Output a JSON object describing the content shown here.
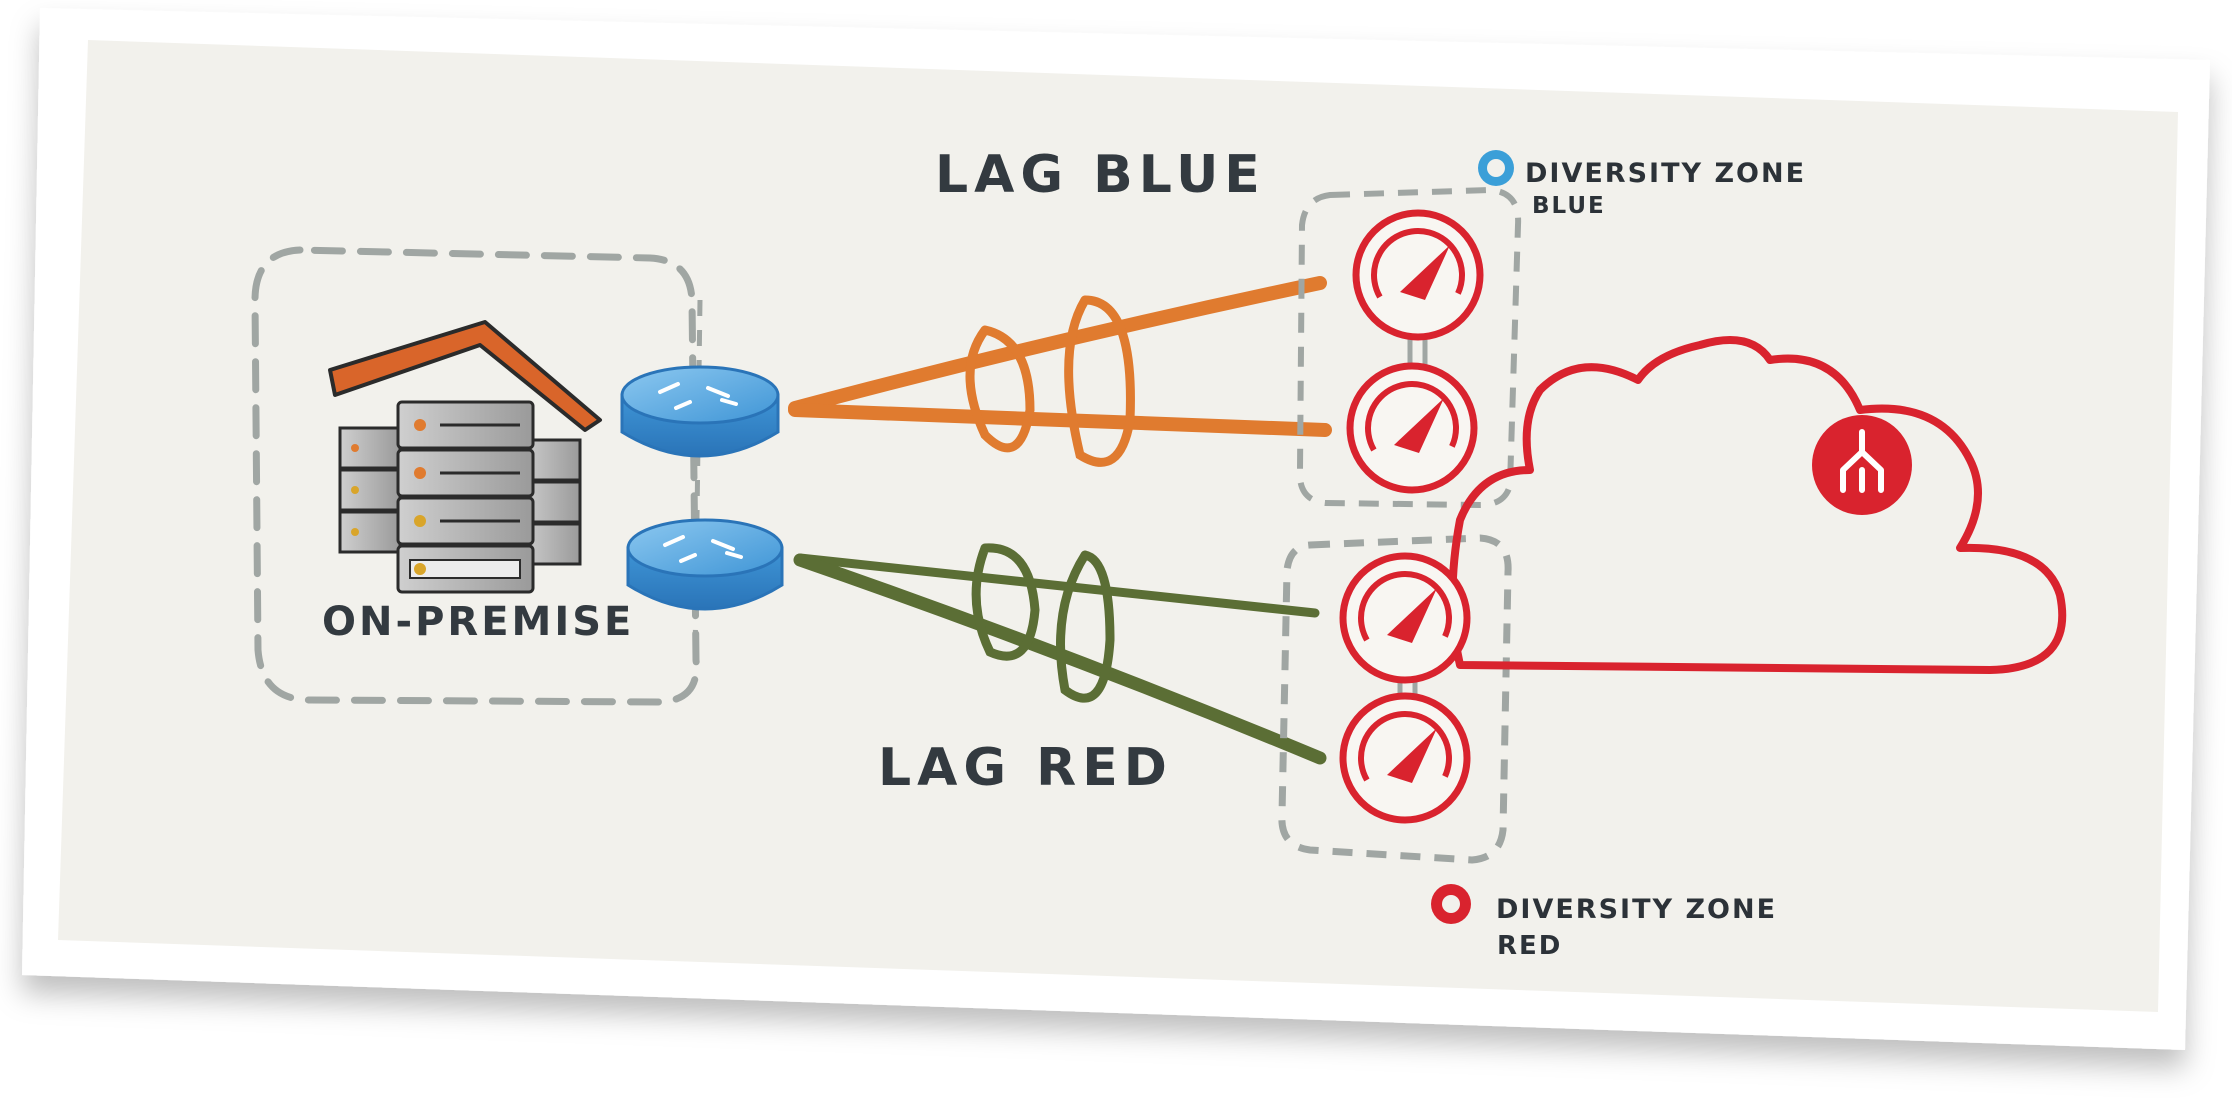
{
  "labels": {
    "lag_blue": "LAG BLUE",
    "lag_red": "LAG RED",
    "on_premise": "ON-PREMISE"
  },
  "legend": {
    "blue": {
      "line1": "DIVERSITY ZONE",
      "line2": "BLUE",
      "color": "#3b9fd8"
    },
    "red": {
      "line1": "DIVERSITY ZONE",
      "line2": "RED",
      "color": "#d9232e"
    }
  },
  "colors": {
    "lag_blue_strands": "#e07b2f",
    "lag_red_strands": "#5b6e35",
    "cloud": "#d9232e",
    "roof": "#d9652a",
    "router": "#3f95d6",
    "dashed_box": "#a0a6a3",
    "paper": "#f2f1ec"
  },
  "icons": {
    "edge_routers": "speedometer-icon",
    "cloud_logo": "meraki-icon",
    "routers": "router-icon",
    "server": "server-rack-icon"
  }
}
